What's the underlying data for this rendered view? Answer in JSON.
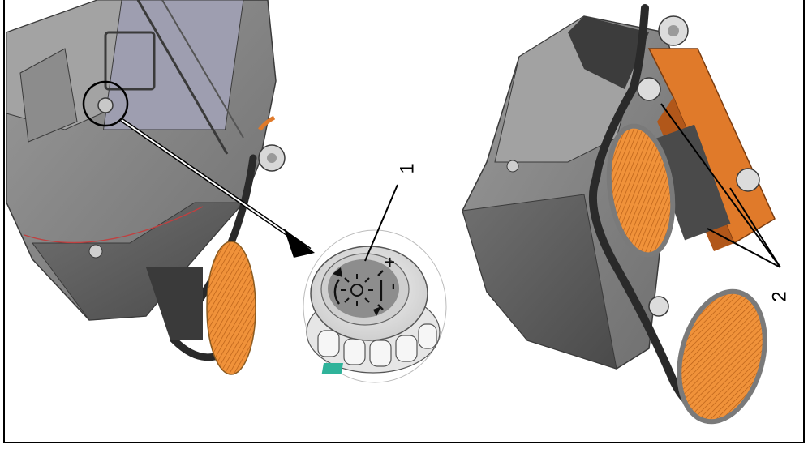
{
  "callouts": [
    {
      "id": "1",
      "label": "1"
    },
    {
      "id": "2",
      "label": "2"
    }
  ],
  "knob": {
    "plus_symbol": "+",
    "minus_symbol": "–",
    "icon": "brush-height-adjust-icon"
  },
  "colors": {
    "machine_body": "#8a8a8a",
    "machine_dark": "#5c5c5c",
    "brush_orange": "#e8892e",
    "brush_ring": "#7a7a7a",
    "hose_black": "#2a2a2a",
    "frame_orange": "#e07a2a",
    "accent_teal": "#2fb39a"
  }
}
